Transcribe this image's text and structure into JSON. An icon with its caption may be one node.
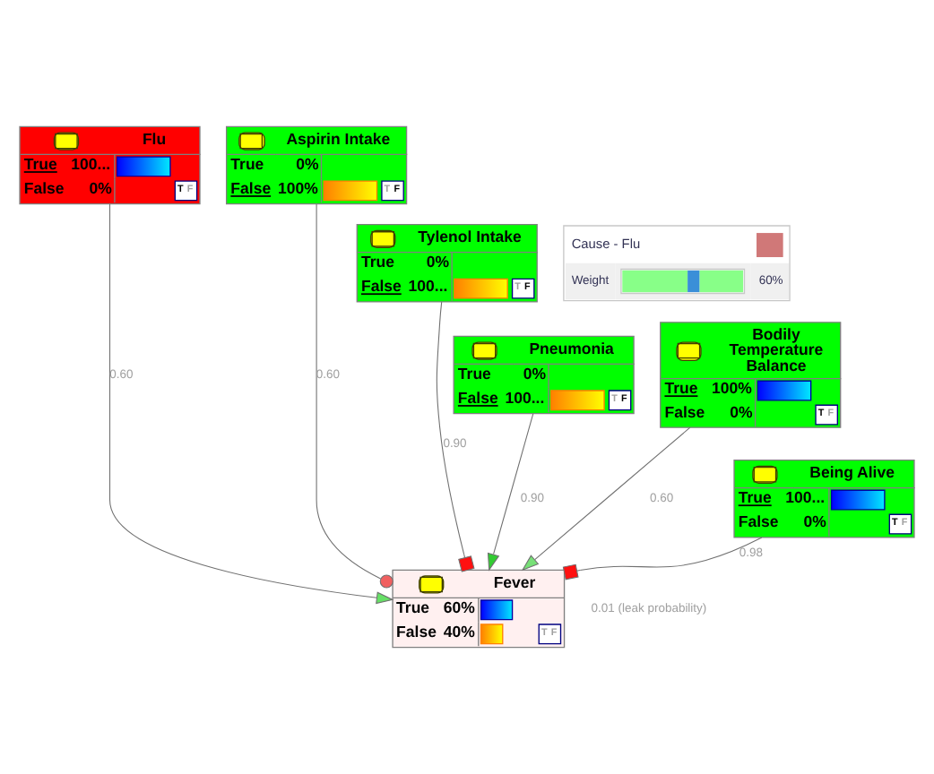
{
  "diagram": {
    "nodes": [
      {
        "text": [
          "Flu",
          "True",
          "100...",
          "False",
          "0%",
          "T",
          "F"
        ]
      },
      {
        "text": [
          "Aspirin Intake",
          "True",
          "0%",
          "False",
          "100%",
          "T",
          "F"
        ]
      },
      {
        "text": [
          "Tylenol Intake",
          "True",
          "0%",
          "False",
          "100...",
          "T",
          "F"
        ]
      },
      {
        "text": [
          "Cause - Flu",
          "Weight",
          "60%"
        ]
      },
      {
        "text": [
          "Pneumonia",
          "True",
          "0%",
          "False",
          "100...",
          "T",
          "F"
        ]
      },
      {
        "text": [
          "Bodily Temperature Balance",
          "True",
          "100%",
          "False",
          "0%",
          "T",
          "F"
        ]
      },
      {
        "text": [
          "Being Alive",
          "True",
          "100...",
          "False",
          "0%",
          "T",
          "F"
        ]
      },
      {
        "text": [
          "Fever",
          "True",
          "60%",
          "False",
          "40%",
          "T",
          "F"
        ],
        "beside": [
          "0.01 (leak probability)"
        ]
      }
    ],
    "edges": [
      {
        "from": 0,
        "to": 7,
        "arrow": "to",
        "label": "0.60"
      },
      {
        "from": 1,
        "to": 7,
        "arrow": "other",
        "label": "0.60"
      },
      {
        "from": 2,
        "to": 7,
        "arrow": "other",
        "label": "0.90"
      },
      {
        "from": 4,
        "to": 7,
        "arrow": "to",
        "label": "0.90"
      },
      {
        "from": 5,
        "to": 7,
        "arrow": "to",
        "label": "0.60"
      },
      {
        "from": 6,
        "to": 7,
        "arrow": "other",
        "label": "0.98"
      }
    ]
  }
}
